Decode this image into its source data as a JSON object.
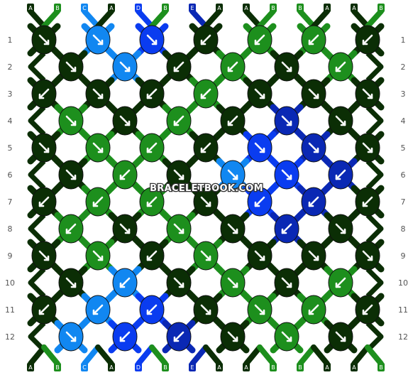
{
  "watermark": "BRACELETBOOK.COM",
  "colors": {
    "A": "#0b2e05",
    "B": "#1d8f1d",
    "C": "#1187f1",
    "D": "#0a3cf0",
    "E": "#0a28b4"
  },
  "strings_top": [
    "A",
    "B",
    "C",
    "A",
    "D",
    "B",
    "E",
    "A",
    "A",
    "B",
    "B",
    "A",
    "A",
    "B"
  ],
  "strings_bottom": [
    "A",
    "B",
    "C",
    "A",
    "D",
    "B",
    "E",
    "A",
    "A",
    "B",
    "B",
    "A",
    "A",
    "B"
  ],
  "row_labels": [
    "1",
    "2",
    "3",
    "4",
    "5",
    "6",
    "7",
    "8",
    "9",
    "10",
    "11",
    "12"
  ],
  "knots": [
    [
      [
        "A",
        "r"
      ],
      [
        "C",
        "r"
      ],
      [
        "D",
        "r"
      ],
      [
        "A",
        "l"
      ],
      [
        "B",
        "l"
      ],
      [
        "B",
        "l"
      ],
      [
        "A",
        "l"
      ]
    ],
    [
      [
        "A",
        "r"
      ],
      [
        "C",
        "r"
      ],
      [
        "A",
        "l"
      ],
      [
        "B",
        "l"
      ],
      [
        "A",
        "r"
      ],
      [
        "B",
        "l"
      ]
    ],
    [
      [
        "A",
        "l"
      ],
      [
        "A",
        "r"
      ],
      [
        "A",
        "l"
      ],
      [
        "B",
        "l"
      ],
      [
        "A",
        "r"
      ],
      [
        "A",
        "r"
      ],
      [
        "A",
        "r"
      ]
    ],
    [
      [
        "B",
        "r"
      ],
      [
        "A",
        "r"
      ],
      [
        "B",
        "l"
      ],
      [
        "A",
        "l"
      ],
      [
        "E",
        "r"
      ],
      [
        "A",
        "r"
      ]
    ],
    [
      [
        "A",
        "r"
      ],
      [
        "B",
        "r"
      ],
      [
        "B",
        "l"
      ],
      [
        "A",
        "l"
      ],
      [
        "D",
        "r"
      ],
      [
        "E",
        "r"
      ],
      [
        "A",
        "r"
      ]
    ],
    [
      [
        "A",
        "r"
      ],
      [
        "B",
        "l"
      ],
      [
        "A",
        "r"
      ],
      [
        "C",
        "r"
      ],
      [
        "D",
        "r"
      ],
      [
        "E",
        "l"
      ]
    ],
    [
      [
        "A",
        "l"
      ],
      [
        "B",
        "l"
      ],
      [
        "B",
        "l"
      ],
      [
        "A",
        "r"
      ],
      [
        "D",
        "l"
      ],
      [
        "E",
        "l"
      ],
      [
        "A",
        "l"
      ]
    ],
    [
      [
        "B",
        "l"
      ],
      [
        "A",
        "r"
      ],
      [
        "B",
        "r"
      ],
      [
        "A",
        "r"
      ],
      [
        "E",
        "l"
      ],
      [
        "A",
        "r"
      ]
    ],
    [
      [
        "A",
        "r"
      ],
      [
        "B",
        "r"
      ],
      [
        "A",
        "l"
      ],
      [
        "B",
        "r"
      ],
      [
        "A",
        "r"
      ],
      [
        "A",
        "r"
      ],
      [
        "A",
        "r"
      ]
    ],
    [
      [
        "A",
        "r"
      ],
      [
        "C",
        "l"
      ],
      [
        "A",
        "r"
      ],
      [
        "B",
        "r"
      ],
      [
        "A",
        "r"
      ],
      [
        "B",
        "l"
      ]
    ],
    [
      [
        "A",
        "l"
      ],
      [
        "C",
        "l"
      ],
      [
        "D",
        "l"
      ],
      [
        "A",
        "r"
      ],
      [
        "B",
        "r"
      ],
      [
        "B",
        "l"
      ],
      [
        "A",
        "l"
      ]
    ],
    [
      [
        "C",
        "r"
      ],
      [
        "D",
        "l"
      ],
      [
        "E",
        "l"
      ],
      [
        "A",
        "r"
      ],
      [
        "B",
        "r"
      ],
      [
        "A",
        "r"
      ]
    ]
  ]
}
